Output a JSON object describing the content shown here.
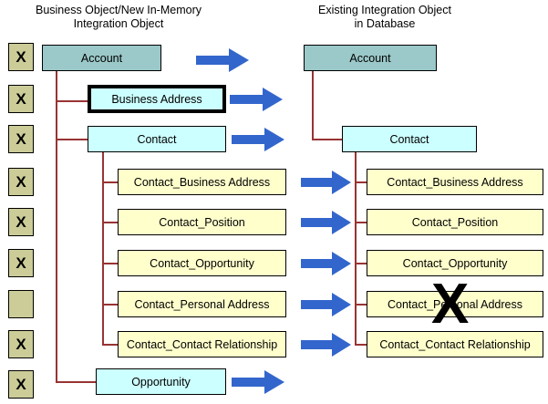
{
  "headers": {
    "left": "Business Object/New In-Memory\nIntegration Object",
    "right": "Existing Integration Object\nin Database"
  },
  "colors": {
    "teal": "#9BC8C8",
    "cyan": "#CCFFFF",
    "yellow": "#FFFFCC",
    "checkbox": "#CCCC99",
    "connector": "#993333",
    "arrow": "#3366CC",
    "border": "#000000"
  },
  "checkboxes": [
    {
      "mark": "X",
      "checked": true
    },
    {
      "mark": "X",
      "checked": true
    },
    {
      "mark": "X",
      "checked": true
    },
    {
      "mark": "X",
      "checked": true
    },
    {
      "mark": "X",
      "checked": true
    },
    {
      "mark": "X",
      "checked": true
    },
    {
      "mark": "",
      "checked": false
    },
    {
      "mark": "X",
      "checked": true
    },
    {
      "mark": "X",
      "checked": true
    }
  ],
  "left_nodes": [
    {
      "label": "Account",
      "style": "teal",
      "highlight": false
    },
    {
      "label": "Business Address",
      "style": "cyan",
      "highlight": true
    },
    {
      "label": "Contact",
      "style": "cyan",
      "highlight": false
    },
    {
      "label": "Contact_Business Address",
      "style": "yellow",
      "highlight": false
    },
    {
      "label": "Contact_Position",
      "style": "yellow",
      "highlight": false
    },
    {
      "label": "Contact_Opportunity",
      "style": "yellow",
      "highlight": false
    },
    {
      "label": "Contact_Personal Address",
      "style": "yellow",
      "highlight": false
    },
    {
      "label": "Contact_Contact Relationship",
      "style": "yellow",
      "highlight": false
    },
    {
      "label": "Opportunity",
      "style": "cyan",
      "highlight": false
    }
  ],
  "right_nodes": [
    {
      "label": "Account",
      "style": "teal"
    },
    {
      "label": "Contact",
      "style": "cyan"
    },
    {
      "label": "Contact_Business Address",
      "style": "yellow"
    },
    {
      "label": "Contact_Position",
      "style": "yellow"
    },
    {
      "label": "Contact_Opportunity",
      "style": "yellow"
    },
    {
      "label": "Contact_Personal Address",
      "style": "yellow"
    },
    {
      "label": "Contact_Contact Relationship",
      "style": "yellow"
    }
  ],
  "overlay": {
    "big_x": "X",
    "target_label": "Contact_Personal Address"
  },
  "arrows": {
    "count": 9,
    "direction": "right"
  }
}
